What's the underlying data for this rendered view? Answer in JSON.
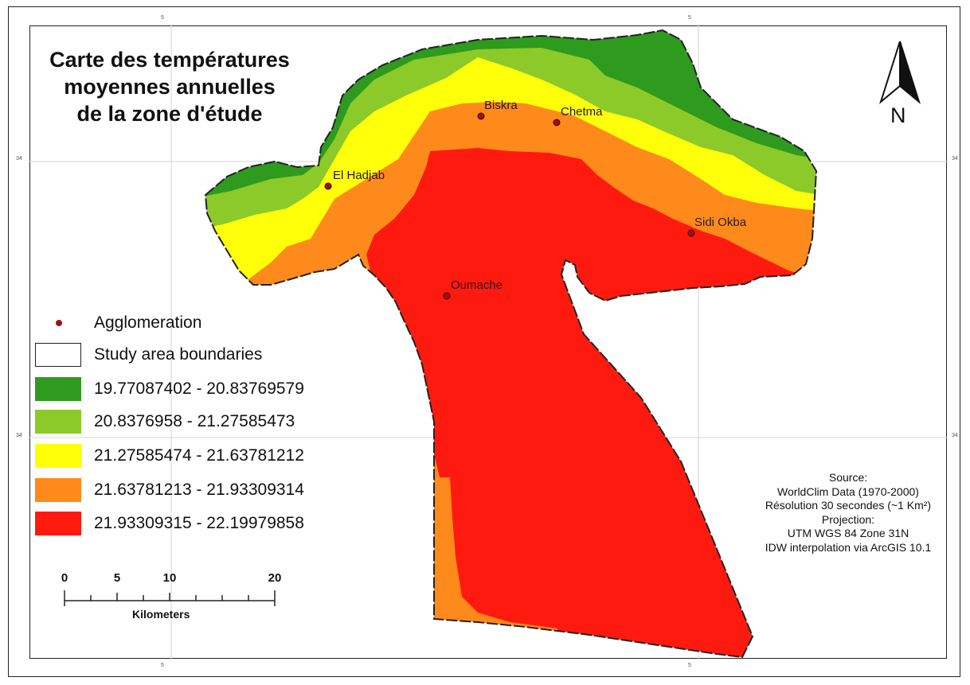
{
  "title": {
    "line1": "Carte des températures",
    "line2": "moyennes annuelles",
    "line3": "de la zone d'étude"
  },
  "north_arrow": {
    "label": "N",
    "icon": "north-arrow-icon"
  },
  "places": {
    "biskra": "Biskra",
    "chetma": "Chetma",
    "el_hadjab": "El Hadjab",
    "sidi_okba": "Sidi Okba",
    "oumache": "Oumache"
  },
  "legend": {
    "agglomeration": "Agglomeration",
    "boundaries": "Study area boundaries",
    "classes": [
      {
        "label": "19.77087402 - 20.83769579",
        "color": "#2e9a1e"
      },
      {
        "label": "20.8376958 - 21.27585473",
        "color": "#8cca2a"
      },
      {
        "label": "21.27585474 - 21.63781212",
        "color": "#ffff0a"
      },
      {
        "label": "21.63781213 - 21.93309314",
        "color": "#ff8a1c"
      },
      {
        "label": "21.93309315 - 22.19979858",
        "color": "#ff1a10"
      }
    ]
  },
  "source": {
    "line1": "Source:",
    "line2": "WorldClim Data (1970-2000)",
    "line3": "Résolution 30 secondes (~1 Km²)",
    "line4": "Projection:",
    "line5": "UTM WGS 84 Zone 31N",
    "line6": "IDW interpolation via ArcGIS 10.1"
  },
  "scale_bar": {
    "ticks": [
      "0",
      "5",
      "10",
      "20"
    ],
    "unit": "Kilometers"
  },
  "grid_labels": {
    "top_left": "5",
    "top_right": "5",
    "bottom_left": "5",
    "bottom_right": "5",
    "left_top": "34",
    "left_bottom": "34",
    "right_top": "34",
    "right_bottom": "34"
  },
  "colors": {
    "agglomeration_dot": "#a01010",
    "boundary": "#222222"
  }
}
